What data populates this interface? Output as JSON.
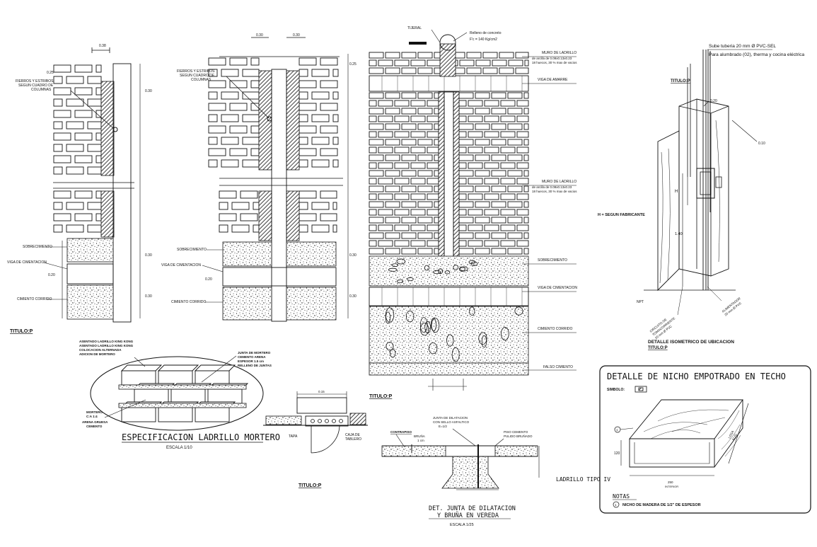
{
  "detail1": {
    "dim_top": "0.38",
    "dim_025": "0.25",
    "dim_030a": "0.30",
    "dim_030b": "0.30",
    "dim_020": "0.20",
    "dim_030c": "0.30",
    "label_fierros": [
      "FIERROS Y ESTRIBOS",
      "SEGUN CUADRO DE",
      "COLUMNAS"
    ],
    "label_sobrecimiento": "SOBRECIMIENTO",
    "label_viga": "VIGA DE CIMENTACION",
    "label_cimiento": "CIMIENTO CORRIDO",
    "title": "TITULO:P"
  },
  "detail2": {
    "dim_a": "0.30",
    "dim_b": "0.30",
    "dim_025": "0.25",
    "dim_030a": "0.30",
    "dim_020": "0.20",
    "dim_030b": "0.30",
    "label_fierros": [
      "FIERROS Y ESTRIBOS",
      "SEGUN CUADRO DE",
      "COLUMNAS"
    ],
    "label_sobrecimiento": "SOBRECIMIENTO",
    "label_viga": "VIGA DE CIMENTACION",
    "label_cimiento": "CIMIENTO CORRIDO"
  },
  "detail3": {
    "label_tijeral": "TIJERAL",
    "label_relleno": "Relleno de concreto",
    "label_fc": "F'c = 140 Kg/cm2",
    "muro1_title": "MURO DE LADRILLO",
    "muro1_l1": "de arcilla de 0.09x0.13x0.23",
    "muro1_l2": "18 huecos, 30 % max de vacios",
    "label_viga_amarre": "VIGA DE AMARRE",
    "muro2_title": "MURO DE LADRILLO",
    "muro2_l1": "de arcilla de 0.09x0.13x0.23",
    "muro2_l2": "18 huecos, 30 % max de vacios",
    "label_sobrecimiento": "SOBRECIMIENTO",
    "label_viga_cim": "VIGA DE CIMENTACION",
    "label_cimiento": "CIMIENTO CORRIDO",
    "label_falso": "FALSO CIMIENTO",
    "title": "TITULO:P"
  },
  "detail4": {
    "label_tuberia": "Sube tuberia 20 mm Ø PVC-SEL",
    "label_alumbrado": "Para alumbrado (02), therma y cocina eléctrica",
    "title_top": "TITULO:P",
    "dim_020": "0.20",
    "dim_010": "0.10",
    "label_h": "H",
    "label_h_fab": "H = SEGUN FABRICANTE",
    "dim_140": "1.40",
    "label_npt": "NPT",
    "label_circuito": [
      "CIRCUITO DE",
      "TOMACORRIENTE",
      "20 mm Ø PVC"
    ],
    "label_alimentador": [
      "ALIMENTADOR",
      "20 mm Ø PVC"
    ],
    "title": "DETALLE ISOMETRICO DE UBICACION",
    "subtitle": "TITULO:P"
  },
  "detail5": {
    "note_top": [
      "ASENTADO LADRILLO KING KONG",
      "ASENTADO LADRILLO KING KONG",
      "COLOCACION ALTERNADA",
      "ADICION DE MORTERO"
    ],
    "note_right": [
      "JUNTA DE MORTERO",
      "CEMENTO ARENA",
      "ESPESOR 1.5 cm",
      "RELLENO DE JUNTAS"
    ],
    "note_left": [
      "MORTERO",
      "C:A 1:4",
      "ARENA GRUESA",
      "CEMENTO"
    ],
    "title": "ESPECIFICACION LADRILLO MORTERO",
    "scale": "ESCALA 1/10"
  },
  "detail6": {
    "label_tapa": "TAPA",
    "label_caja": [
      "CAJA DE",
      "TABLERO"
    ],
    "dim_top": "0.15",
    "title": "TITULO:P"
  },
  "detail7": {
    "label_junta": [
      "JUNTA DE DILATACION",
      "CON SELLO ASFALTICO",
      "E=1/2"
    ],
    "label_bruna": [
      "BRUÑA",
      "1 cm"
    ],
    "label_contrapiso": "CONTRAPISO",
    "label_piso": [
      "PISO CEMENTO",
      "PULIDO BRUÑADO"
    ],
    "title": "DET. JUNTA DE DILATACION",
    "title2": "Y BRUÑA EN VEREDA",
    "scale": "ESCALA 1/25"
  },
  "detail8": {
    "label_ladrillo_tipo": "LADRILLO TIPO IV"
  },
  "detail9": {
    "title": "DETALLE DE NICHO EMPOTRADO EN TECHO",
    "label_simbolo": "SIMBOLO:",
    "dim_120": "120",
    "dim_bottom": "250",
    "dim_bottom_sub": "INTERIOR",
    "dim_side": [
      "LOSA",
      "ALIG."
    ],
    "notes_title": "NOTAS",
    "note_1": "NICHO DE MADERA DE 1/2\" DE ESPESOR",
    "marker": "1"
  }
}
